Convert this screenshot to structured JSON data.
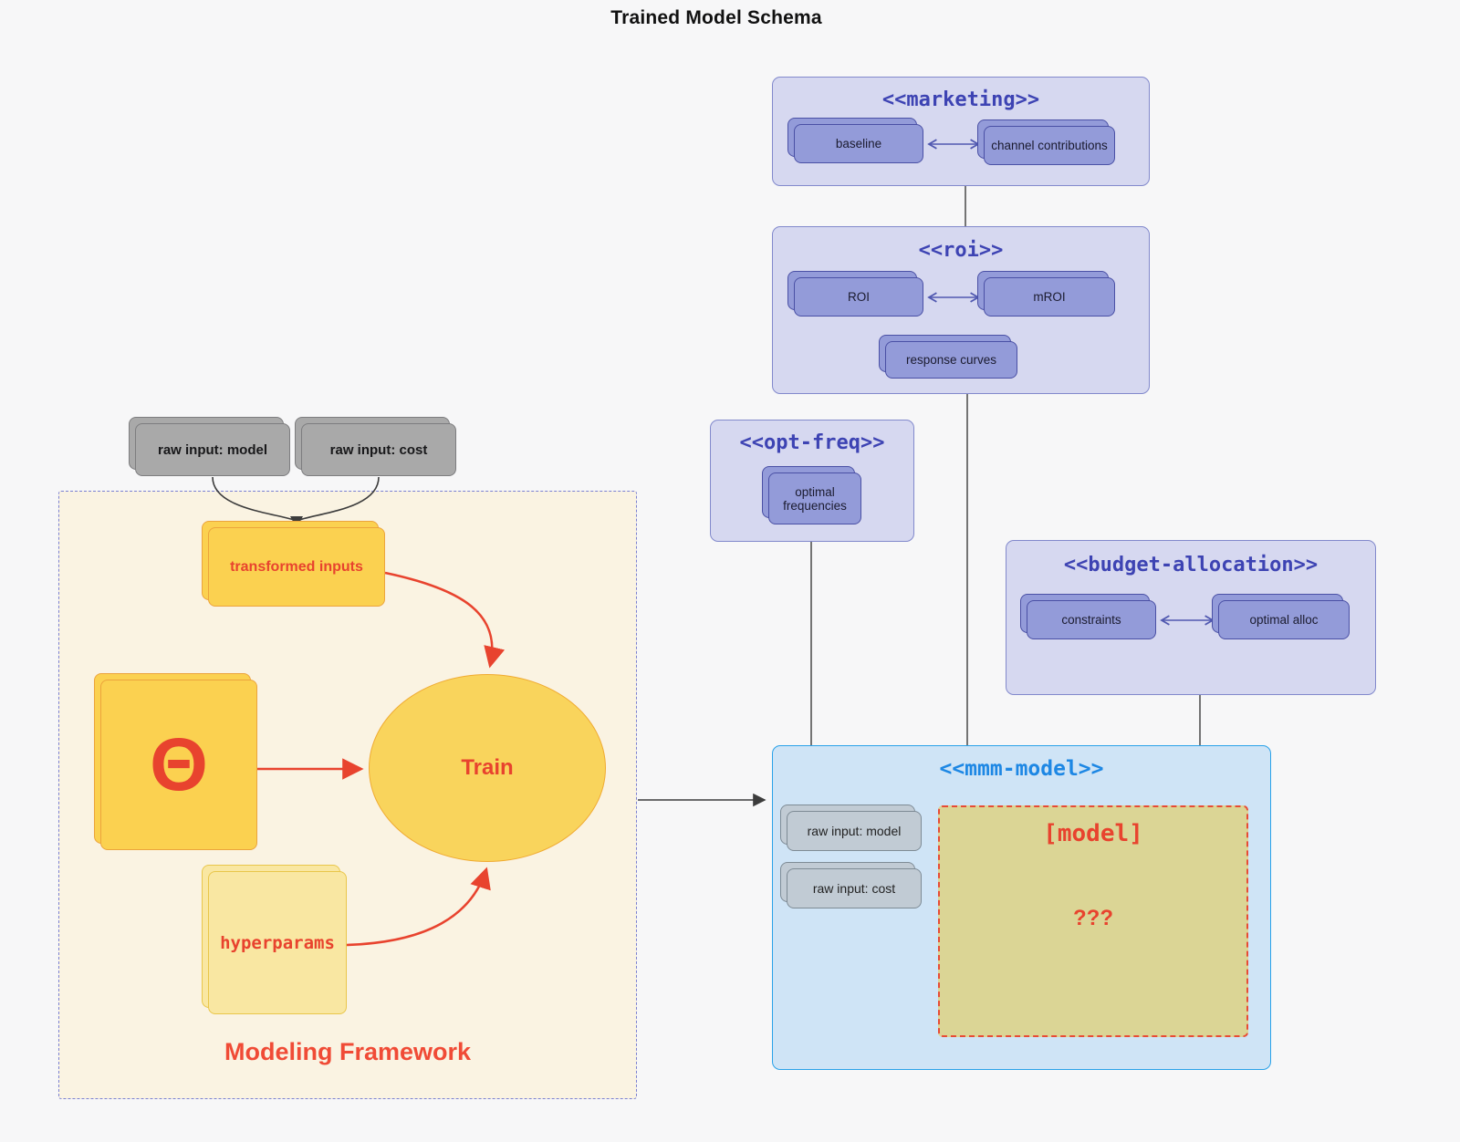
{
  "title": "Trained Model Schema",
  "colors": {
    "page_bg": "#f7f7f8",
    "cluster_lavender_bg": "#d6d8f0",
    "cluster_title_indigo": "#3d43b3",
    "purple_node_fill": "#939bd9",
    "purple_node_border": "#4a50a5",
    "mmm_bg": "#cfe4f6",
    "mmm_border": "#2aa2e9",
    "mmm_title_blue": "#1d87e4",
    "framework_bg": "#faf3e2",
    "framework_border": "#7a80d2",
    "gold_fill": "#fbd150",
    "goldlight_fill": "#f9e7a2",
    "khaki_fill": "#dbd595",
    "accent_red": "#e8432e",
    "framework_label_red": "#f04b36",
    "gray_fill": "#a9a9a9",
    "grayblue_fill": "#c1cbd4",
    "edge_black": "#3c3c3c",
    "edge_purple": "#5058b0"
  },
  "clusters": {
    "marketing": {
      "label": "<<marketing>>",
      "nodes": {
        "baseline": "baseline",
        "channel": "channel contributions"
      }
    },
    "roi": {
      "label": "<<roi>>",
      "nodes": {
        "roi": "ROI",
        "mroi": "mROI",
        "response": "response curves"
      }
    },
    "opt_freq": {
      "label": "<<opt-freq>>",
      "nodes": {
        "optimal_frequencies": "optimal frequencies"
      }
    },
    "budget": {
      "label": "<<budget-allocation>>",
      "nodes": {
        "constraints": "constraints",
        "optimal_alloc": "optimal alloc"
      }
    },
    "mmm": {
      "label": "<<mmm-model>>",
      "nodes": {
        "raw_model": "raw input: model",
        "raw_cost": "raw input: cost",
        "model_title": "[model]",
        "unknown": "???"
      }
    },
    "framework": {
      "label": "Modeling Framework",
      "nodes": {
        "transformed": "transformed inputs",
        "theta": "Θ",
        "train": "Train",
        "hyperparams": "hyperparams"
      }
    }
  },
  "external_nodes": {
    "raw_model": "raw input: model",
    "raw_cost": "raw input: cost"
  }
}
